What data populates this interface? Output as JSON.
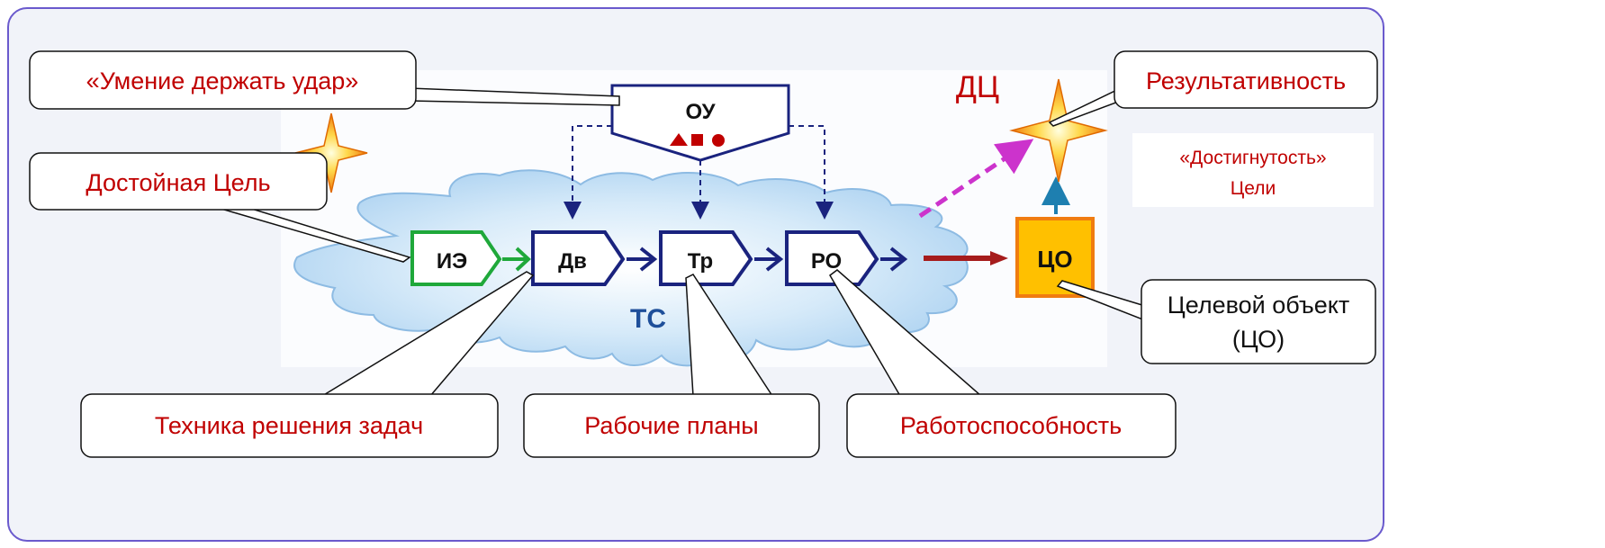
{
  "callouts": {
    "resilience": "«Умение держать удар»",
    "worthy_goal": "Достойная Цель",
    "technique": "Техника решения задач",
    "work_plans": "Рабочие планы",
    "performance": "Работоспособность",
    "effectiveness": "Результативность",
    "target_object_line1": "Целевой объект",
    "target_object_line2": "(ЦО)"
  },
  "labels": {
    "dc": "ДЦ",
    "achievement_line1": "«Достигнутость»",
    "achievement_line2": "Цели",
    "ts": "ТС"
  },
  "nodes": {
    "ou": "ОУ",
    "ie": "ИЭ",
    "dv": "Дв",
    "tr": "Тр",
    "ro": "РО",
    "co": "ЦО"
  },
  "colors": {
    "accent_red": "#c00000",
    "navy": "#1a237e",
    "green": "#1fa83a",
    "cloud": "#b7d9f5",
    "target_fill": "#ffc000",
    "target_border": "#f07c10",
    "dashed_arrow": "#cc33cc",
    "frame_border": "#6a5acd"
  }
}
